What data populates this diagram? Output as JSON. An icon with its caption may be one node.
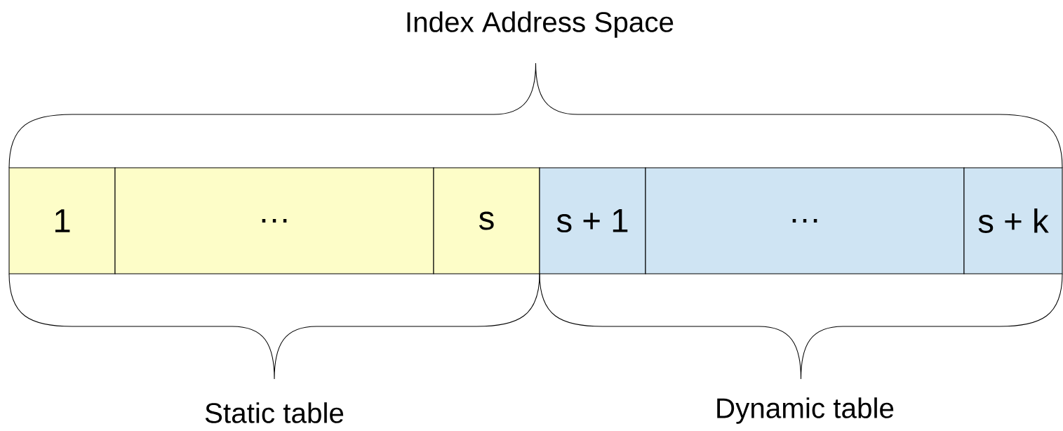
{
  "diagram": {
    "nodes": [
      {
        "text": [
          "1"
        ]
      },
      {
        "text": [
          "…"
        ]
      },
      {
        "text": [
          "s"
        ]
      },
      {
        "text": [
          "s + 1"
        ]
      },
      {
        "text": [
          "…"
        ]
      },
      {
        "text": [
          "s + k"
        ]
      }
    ],
    "labels": [
      "Index Address Space",
      "Static table",
      "Dynamic table"
    ]
  }
}
